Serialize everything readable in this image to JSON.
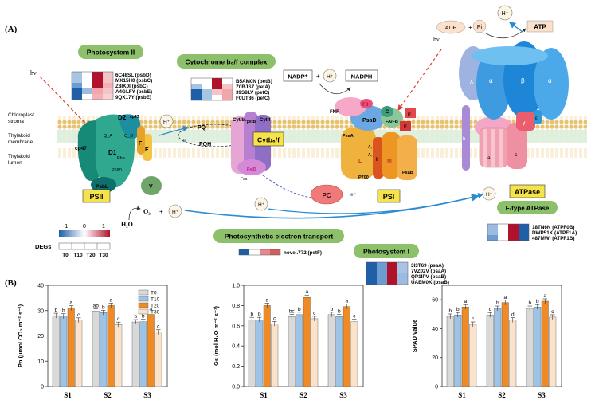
{
  "panelA": {
    "label": "(A)",
    "hv": "hν",
    "cp_stroma": [
      "Chloroplast",
      "stroma"
    ],
    "thylakoid_membrane": [
      "Thylakoid",
      "membrane"
    ],
    "thylakoid_lumen": [
      "Thylakoid",
      "lumen"
    ],
    "ps2_title": "Photosystem II",
    "cytb6f_title": "Cytochrome b₆/f complex",
    "ps1_title": "Photosystem I",
    "pet_title": "Photosynthetic electron transport",
    "ftype_title": "F-type ATPase",
    "ps2_box": "PSII",
    "cyt_box": "Cytb₆/f",
    "ps1_box": "PSI",
    "atpase_box": "ATPase",
    "ps2_genes": [
      "6C48SL (psbD)",
      "MX15H0 (psbC)",
      "Z8IK0I (psbC)",
      "A4GLFY (psbE)",
      "9QX17Y (psbE)"
    ],
    "cyt_genes": [
      "B5AM0N (petB)",
      "Z0BJS7 (petA)",
      "39S8LV (petC)",
      "F0UT86 (petC)"
    ],
    "ps1_genes": [
      "3I3T69 (psaA)",
      "7VZ02V (psaA)",
      "QP1IPV (psaB)",
      "UAEM0K (psaB)"
    ],
    "atp_genes": [
      "18TN6N (ATPF0B)",
      "DWP51K (ATPF1A)",
      "487MWI (ATPF1B)"
    ],
    "pet_gene": "novel.772 (petF)",
    "degs_label": "DEGs",
    "scale_ticks": [
      "-1",
      "0",
      "1"
    ],
    "time_labels": [
      "T0",
      "T10",
      "T20",
      "T30"
    ],
    "ps2_sub": [
      "D2",
      "D1",
      "cp47",
      "cp43",
      "Q_A",
      "Q_B",
      "Phe",
      "P680",
      "PsbL",
      "F",
      "E",
      "V"
    ],
    "cyt_sub": [
      "Cyt/b₆",
      "petB",
      "Cyt f",
      "PetD",
      "Fes"
    ],
    "ps1_sub": [
      "FNR",
      "Fd",
      "PsaD",
      "C",
      "FA/FB",
      "E",
      "F",
      "PsaA",
      "L",
      "I",
      "M",
      "P700",
      "PsaB",
      "A₀",
      "A₁"
    ],
    "atp_sub": [
      "δ",
      "α",
      "β",
      "α",
      "γ",
      "ε",
      "b",
      "a",
      "c"
    ],
    "misc": {
      "nadp": "NADP⁺",
      "plus": "+",
      "hplus": "H⁺",
      "nadph": "NADPH",
      "adp": "ADP",
      "pi": "Pi",
      "atp": "ATP",
      "pq": "PQ",
      "pqh": "PQH",
      "pc": "PC",
      "e": "e⁻",
      "o2": "O₂",
      "h2o": "H₂O"
    }
  },
  "panelB": {
    "label": "(B)",
    "legend": [
      "T0",
      "T10",
      "T20",
      "T30"
    ],
    "colors": {
      "T0": "#d9d9d9",
      "T10": "#9dc3e6",
      "T20": "#f08a24",
      "T30": "#fbe3cb"
    }
  },
  "chart_data": [
    {
      "type": "bar",
      "ylabel": "Pn (μmol CO₂ m⁻² s⁻¹)",
      "categories": [
        "S1",
        "S2",
        "S3"
      ],
      "ylim": [
        0,
        40
      ],
      "yticks": [
        "0",
        "10",
        "20",
        "30",
        "40"
      ],
      "series": [
        {
          "name": "T0",
          "values": [
            28,
            29.8,
            25.5
          ],
          "letters": [
            "b",
            "ab",
            "b"
          ]
        },
        {
          "name": "T10",
          "values": [
            27.8,
            29.2,
            25.6
          ],
          "letters": [
            "b",
            "b",
            "b"
          ]
        },
        {
          "name": "T20",
          "values": [
            31,
            32,
            28.5
          ],
          "letters": [
            "a",
            "a",
            "a"
          ]
        },
        {
          "name": "T30",
          "values": [
            26.2,
            24.5,
            21.5
          ],
          "letters": [
            "c",
            "c",
            "c"
          ]
        }
      ]
    },
    {
      "type": "bar",
      "ylabel": "Gs (mol H₂O m⁻² s⁻¹)",
      "categories": [
        "S1",
        "S2",
        "S3"
      ],
      "ylim": [
        0,
        1.0
      ],
      "yticks": [
        "0.0",
        "0.2",
        "0.4",
        "0.6",
        "0.8",
        "1.0"
      ],
      "series": [
        {
          "name": "T0",
          "values": [
            0.66,
            0.69,
            0.71
          ],
          "letters": [
            "b",
            "bc",
            "b"
          ]
        },
        {
          "name": "T10",
          "values": [
            0.66,
            0.71,
            0.69
          ],
          "letters": [
            "b",
            "b",
            "b"
          ]
        },
        {
          "name": "T20",
          "values": [
            0.8,
            0.88,
            0.79
          ],
          "letters": [
            "a",
            "a",
            "a"
          ]
        },
        {
          "name": "T30",
          "values": [
            0.62,
            0.67,
            0.64
          ],
          "letters": [
            "c",
            "c",
            "c"
          ]
        }
      ]
    },
    {
      "type": "bar",
      "ylabel": "SPAD value",
      "categories": [
        "S1",
        "S2",
        "S3"
      ],
      "ylim": [
        0,
        70
      ],
      "yticks": [
        "0",
        "20",
        "40",
        "60"
      ],
      "series": [
        {
          "name": "T0",
          "values": [
            48.5,
            49.5,
            54
          ],
          "letters": [
            "b",
            "c",
            "b"
          ]
        },
        {
          "name": "T10",
          "values": [
            49.5,
            54,
            55
          ],
          "letters": [
            "b",
            "b",
            "b"
          ]
        },
        {
          "name": "T20",
          "values": [
            55,
            58,
            59
          ],
          "letters": [
            "a",
            "a",
            "a"
          ]
        },
        {
          "name": "T30",
          "values": [
            43,
            46,
            48
          ],
          "letters": [
            "c",
            "d",
            "c"
          ]
        }
      ]
    }
  ]
}
